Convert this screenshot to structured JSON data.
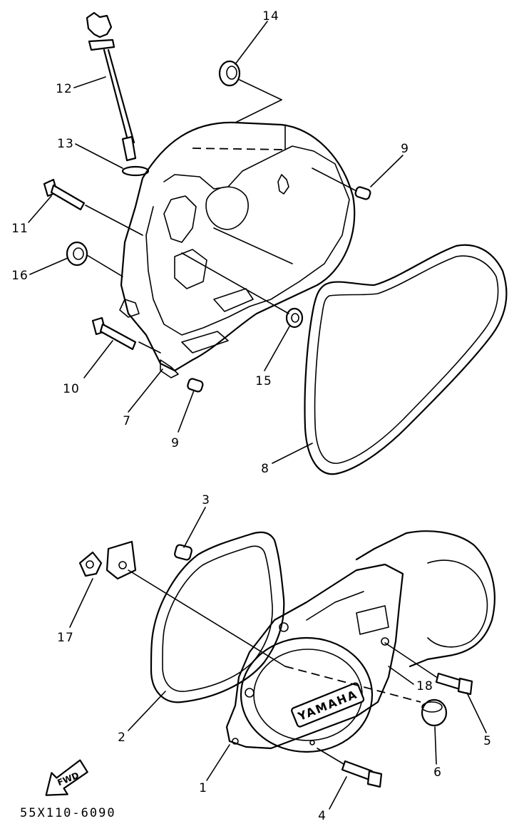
{
  "diagram": {
    "drawing_code": "55X110-6090",
    "fwd_label": "FWD",
    "logo_text": "YAMAHA",
    "callouts": {
      "c1": "1",
      "c2": "2",
      "c3": "3",
      "c4": "4",
      "c5": "5",
      "c6": "6",
      "c7": "7",
      "c8": "8",
      "c9a": "9",
      "c9b": "9",
      "c10": "10",
      "c11": "11",
      "c12": "12",
      "c13": "13",
      "c14": "14",
      "c15": "15",
      "c16": "16",
      "c17": "17",
      "c18": "18"
    }
  }
}
